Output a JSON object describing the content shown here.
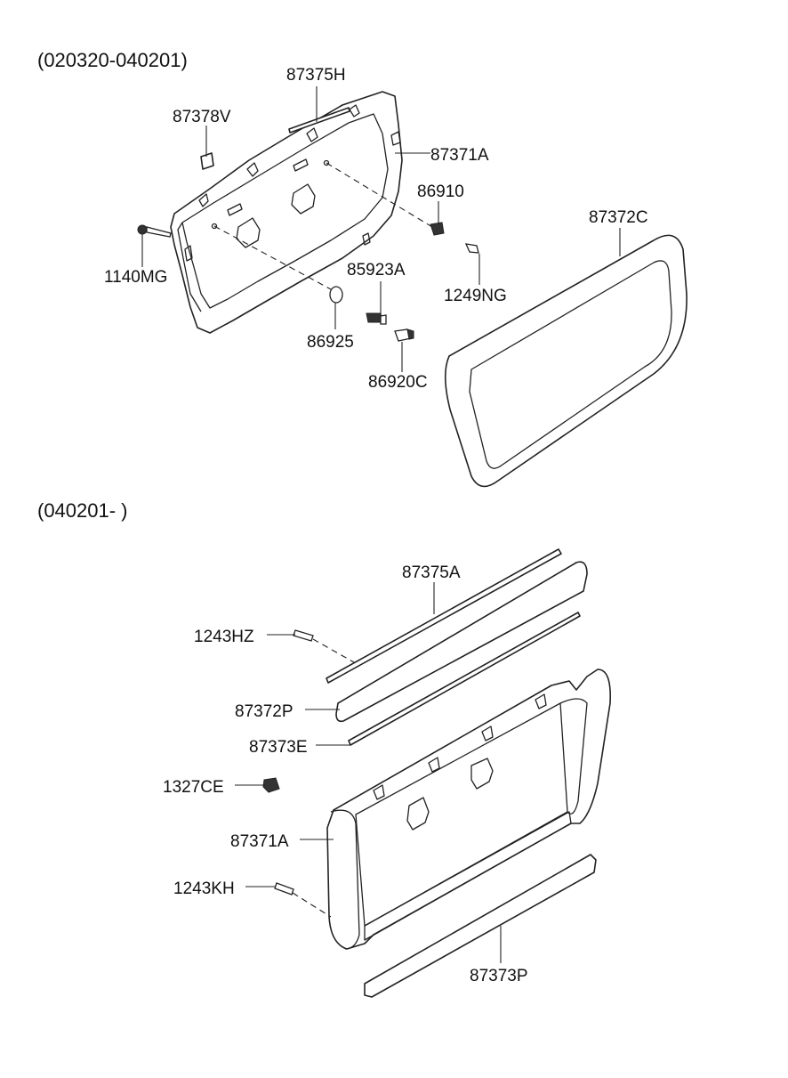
{
  "sections": [
    {
      "header": "(020320-040201)"
    },
    {
      "header": "(040201- )"
    }
  ],
  "parts": [
    {
      "id": "p1",
      "label": "87375H"
    },
    {
      "id": "p2",
      "label": "87378V"
    },
    {
      "id": "p3",
      "label": "87371A"
    },
    {
      "id": "p4",
      "label": "86910"
    },
    {
      "id": "p5",
      "label": "87372C"
    },
    {
      "id": "p6",
      "label": "1140MG"
    },
    {
      "id": "p7",
      "label": "85923A"
    },
    {
      "id": "p8",
      "label": "1249NG"
    },
    {
      "id": "p9",
      "label": "86925"
    },
    {
      "id": "p10",
      "label": "86920C"
    },
    {
      "id": "p11",
      "label": "87375A"
    },
    {
      "id": "p12",
      "label": "1243HZ"
    },
    {
      "id": "p13",
      "label": "87372P"
    },
    {
      "id": "p14",
      "label": "87373E"
    },
    {
      "id": "p15",
      "label": "1327CE"
    },
    {
      "id": "p16",
      "label": "87371A"
    },
    {
      "id": "p17",
      "label": "1243KH"
    },
    {
      "id": "p18",
      "label": "87373P"
    }
  ]
}
